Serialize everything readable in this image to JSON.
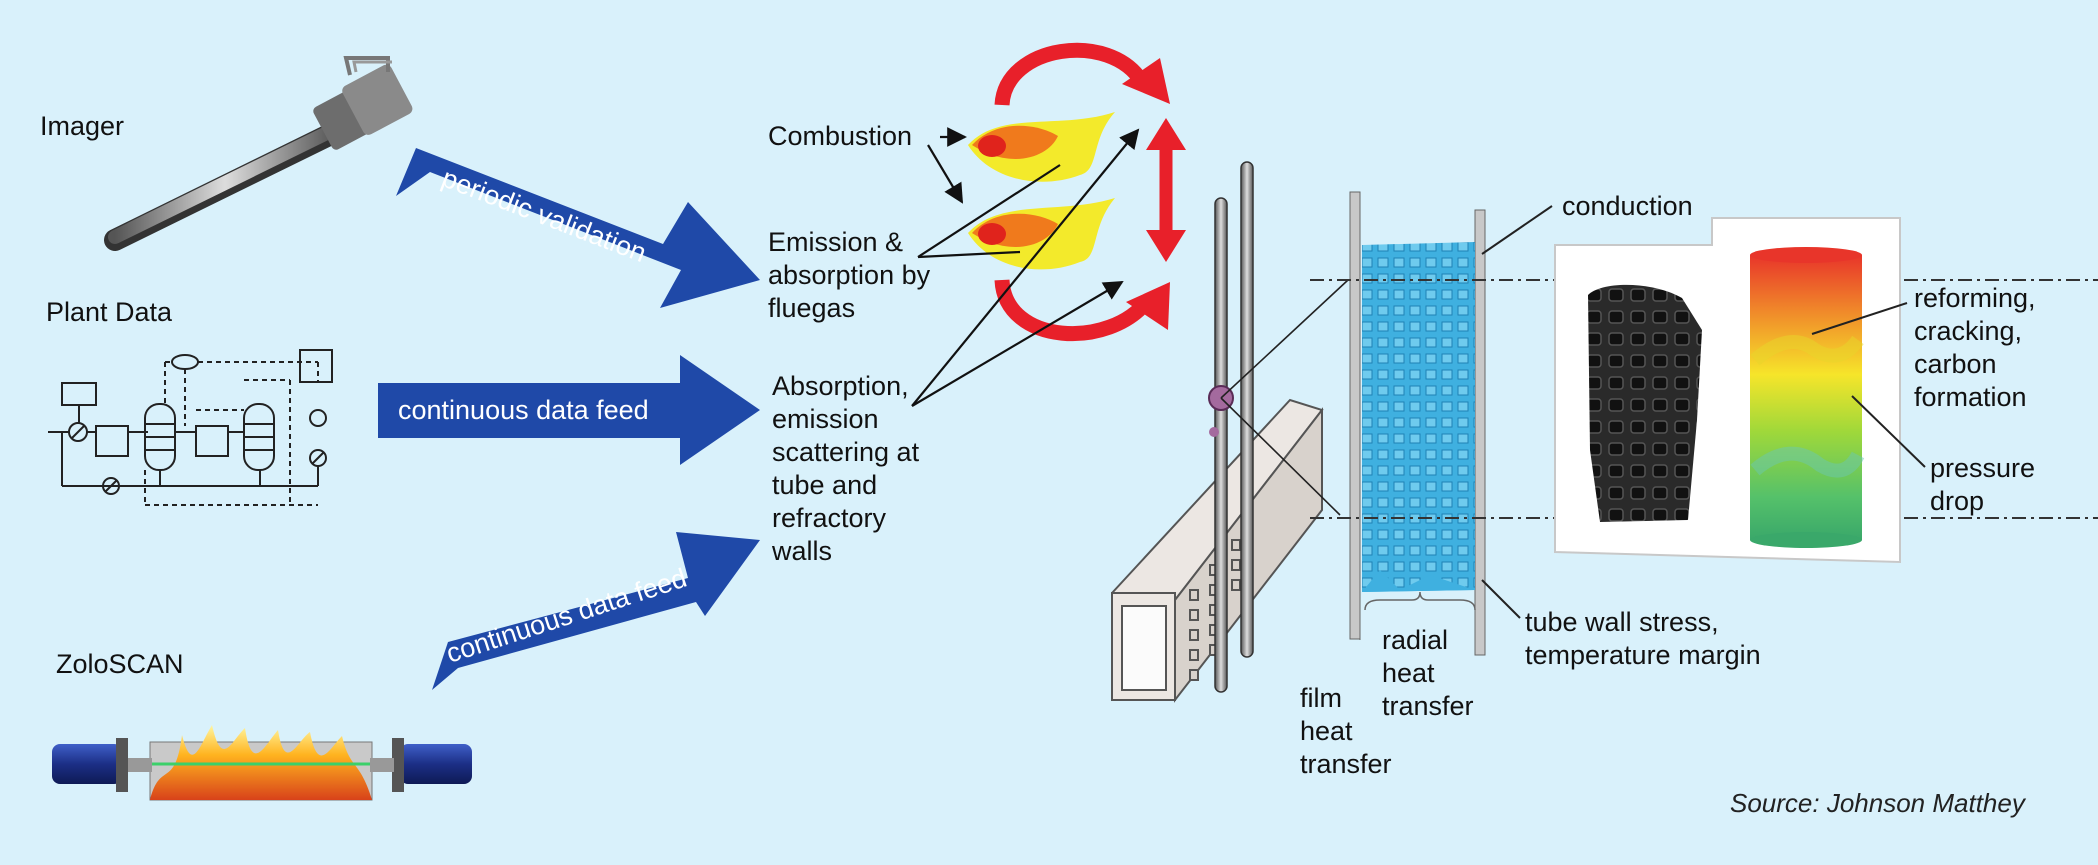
{
  "sources": {
    "imager": "Imager",
    "plant_data": "Plant Data",
    "zoloscan": "ZoloSCAN"
  },
  "feeds": {
    "periodic": "periodic validation",
    "continuous_1": "continuous data feed",
    "continuous_2": "continuous data feed"
  },
  "phenomena": {
    "combustion": "Combustion",
    "emission": "Emission & absorption by fluegas",
    "absorption": "Absorption, emission scattering at tube and refractory walls"
  },
  "tube": {
    "conduction": "conduction",
    "radial": "radial heat transfer",
    "film": "film heat transfer",
    "stress": "tube wall stress, temperature margin",
    "reforming": "reforming, cracking, carbon formation",
    "pressure": "pressure drop"
  },
  "source": "Source: Johnson Matthey",
  "colors": {
    "background": "#d9f1fb",
    "feed_arrow": "#1f49a8",
    "recirculation_arrow": "#e8202a",
    "flame_outer": "#f3ea2b",
    "flame_inner": "#f07a1c",
    "catalyst": "#3fb0e0"
  }
}
